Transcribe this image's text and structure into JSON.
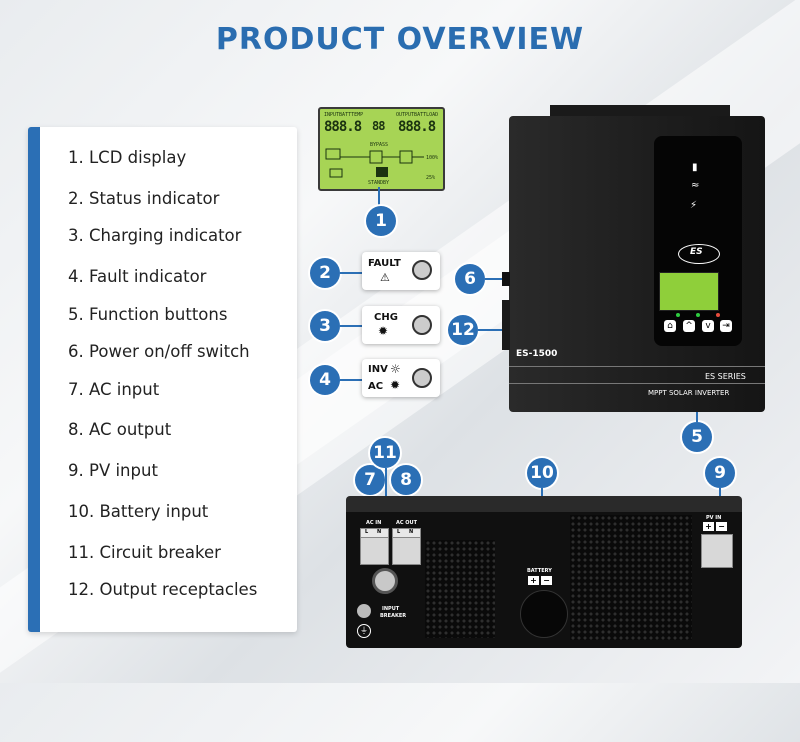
{
  "title": "PRODUCT OVERVIEW",
  "features": [
    "1. LCD display",
    "2. Status indicator",
    "3. Charging indicator",
    "4. Fault indicator",
    "5. Function buttons",
    "6. Power on/off switch",
    "7. AC input",
    "8. AC output",
    "9. PV input",
    "10. Battery input",
    "11. Circuit breaker",
    "12. Output receptacles"
  ],
  "callouts": [
    "1",
    "2",
    "3",
    "4",
    "5",
    "6",
    "7",
    "8",
    "9",
    "10",
    "11",
    "12"
  ],
  "indicators": {
    "fault": "FAULT",
    "chg": "CHG",
    "inv": "INV",
    "ac": "AC"
  },
  "lcd": {
    "input_label": "INPUTBATTTEMP",
    "output_label": "OUTPUTBATTLOAD",
    "left_digits": "888.8",
    "right_digits": "888.8",
    "mid_digits": "88",
    "bypass": "BYPASS",
    "standby": "STANDBY",
    "pct": "100%",
    "pct2": "25%"
  },
  "inverter": {
    "model": "ES-1500",
    "series": "ES SERIES",
    "subtitle": "MPPT SOLAR INVERTER",
    "logo": "ES",
    "buttons": [
      "⌂",
      "^",
      "v",
      "⇥"
    ]
  },
  "bottom_unit": {
    "ac_in_label": "AC IN",
    "ac_out_label": "AC OUT",
    "ln": [
      "L",
      "N"
    ],
    "battery_label": "BATTERY",
    "pv_label": "PV IN",
    "plus": "+",
    "minus": "−",
    "breaker_label_1": "INPUT",
    "breaker_label_2": "BREAKER"
  },
  "colors": {
    "accent": "#2b6fb5",
    "lcd_green": "#a7d455"
  }
}
